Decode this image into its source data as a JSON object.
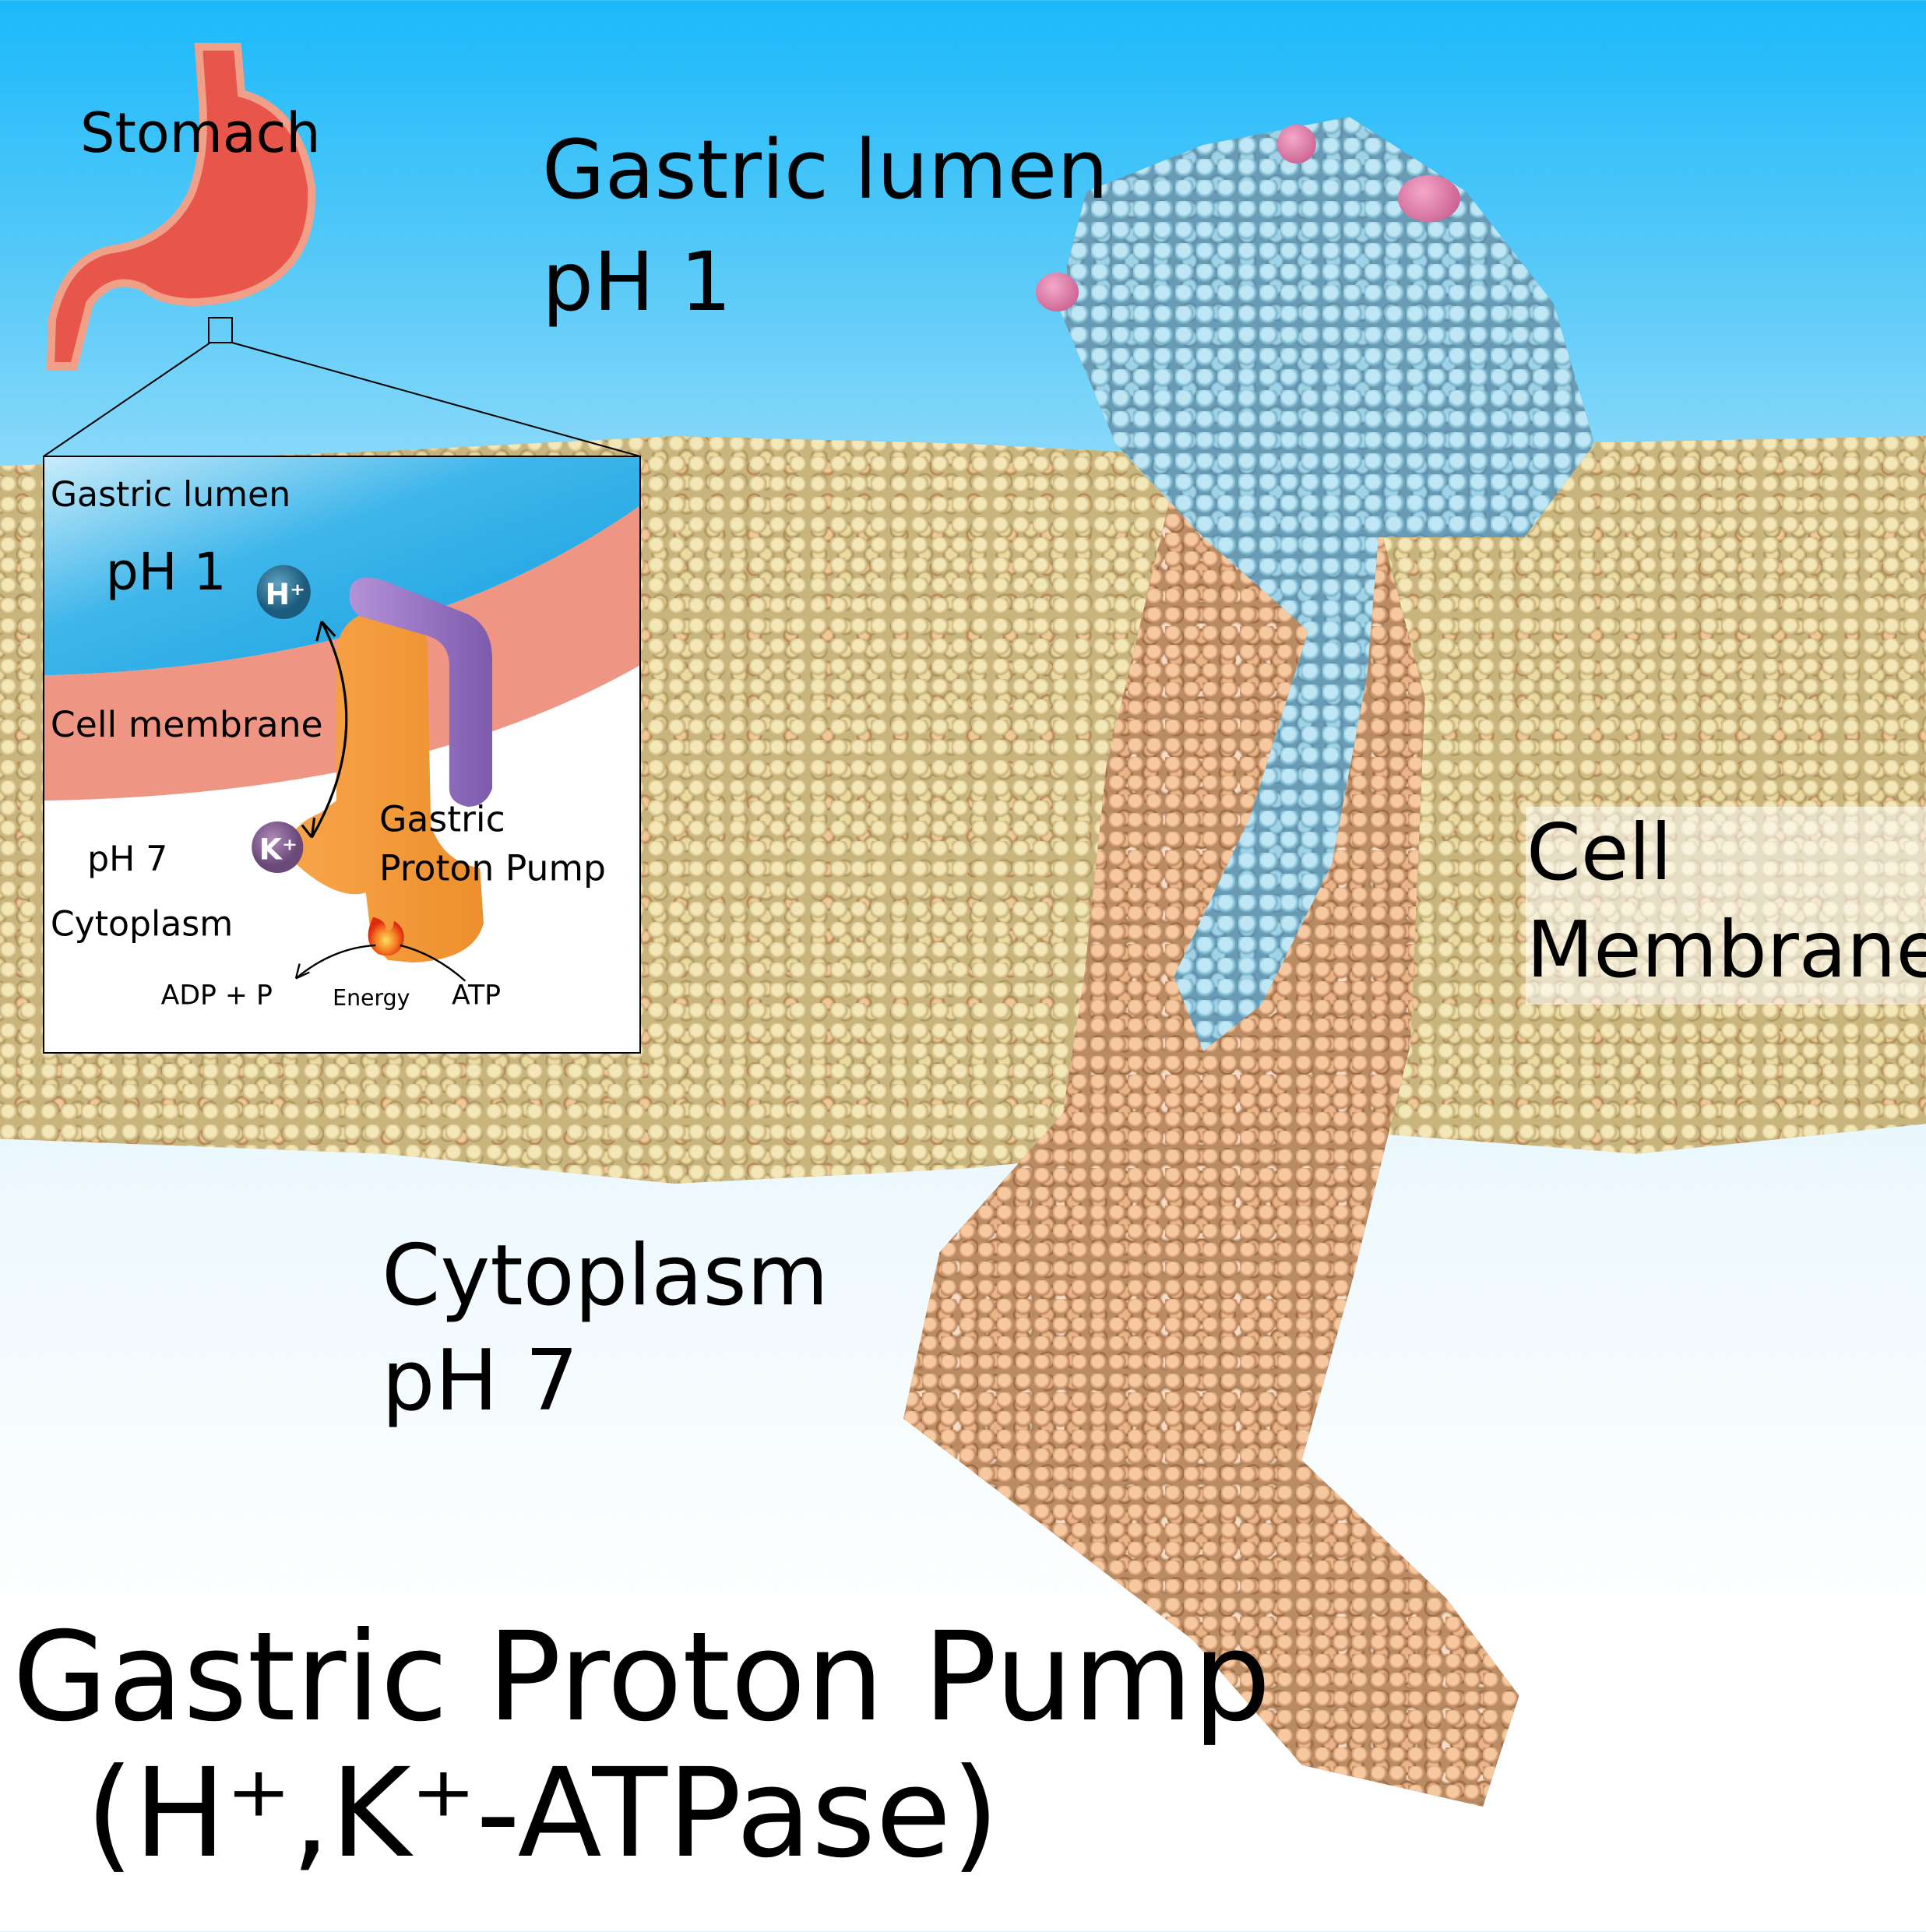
{
  "stomach": {
    "label": "Stomach",
    "color": "#e8554a"
  },
  "lumen": {
    "title": "Gastric lumen",
    "ph": "pH 1"
  },
  "cytoplasm": {
    "title": "Cytoplasm",
    "ph": "pH 7"
  },
  "membrane_label": {
    "line1": "Cell",
    "line2": "Membrane"
  },
  "title": {
    "line1": "Gastric Proton Pump",
    "line2": "(H⁺,K⁺-ATPase)"
  },
  "inset": {
    "lumen": "Gastric lumen",
    "lumen_ph": "pH 1",
    "membrane": "Cell membrane",
    "cyto_ph": "pH 7",
    "cytoplasm": "Cytoplasm",
    "pump_line1": "Gastric",
    "pump_line2": "Proton Pump",
    "h_ion": "H⁺",
    "k_ion": "K⁺",
    "adp": "ADP + P",
    "energy": "Energy",
    "atp": "ATP",
    "colors": {
      "lumen": "#1ea7e4",
      "membrane": "#ef9583",
      "pump": "#f39a3a",
      "subunit": "#9470c0",
      "h_ion": "#2a6f93",
      "k_ion": "#8a5f96"
    }
  }
}
